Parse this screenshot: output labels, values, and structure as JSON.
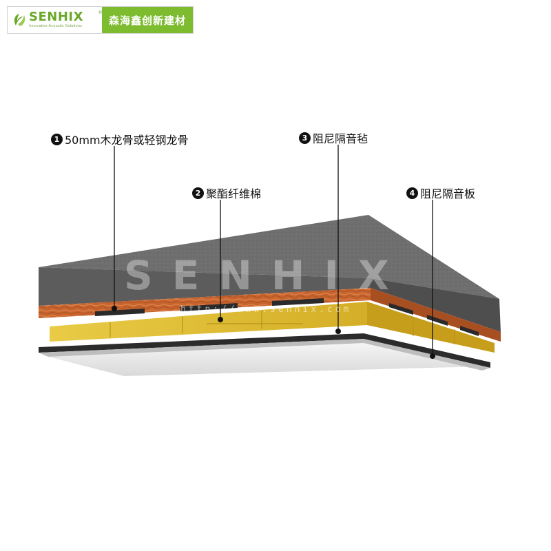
{
  "brand": {
    "name": "SENHIX",
    "tagline": "Innovative Acoustic Solutions",
    "registered_mark": "®",
    "company_cn": "森海鑫创新建材",
    "accent_color": "#7dbb2f"
  },
  "watermark": {
    "text": "SENHIX",
    "url": "http://www.senhix.com"
  },
  "callouts": [
    {
      "number": "1",
      "label": "50mm木龙骨或轻钢龙骨"
    },
    {
      "number": "2",
      "label": "聚酯纤维棉"
    },
    {
      "number": "3",
      "label": "阻尼隔音毡"
    },
    {
      "number": "4",
      "label": "阻尼隔音板"
    }
  ],
  "layers": {
    "ceiling_color": "#6f6f6f",
    "wood_color": "#c8642e",
    "cotton_color": "#e3c33a",
    "felt_color": "#2b2b2b",
    "board_color": "#ececec"
  }
}
